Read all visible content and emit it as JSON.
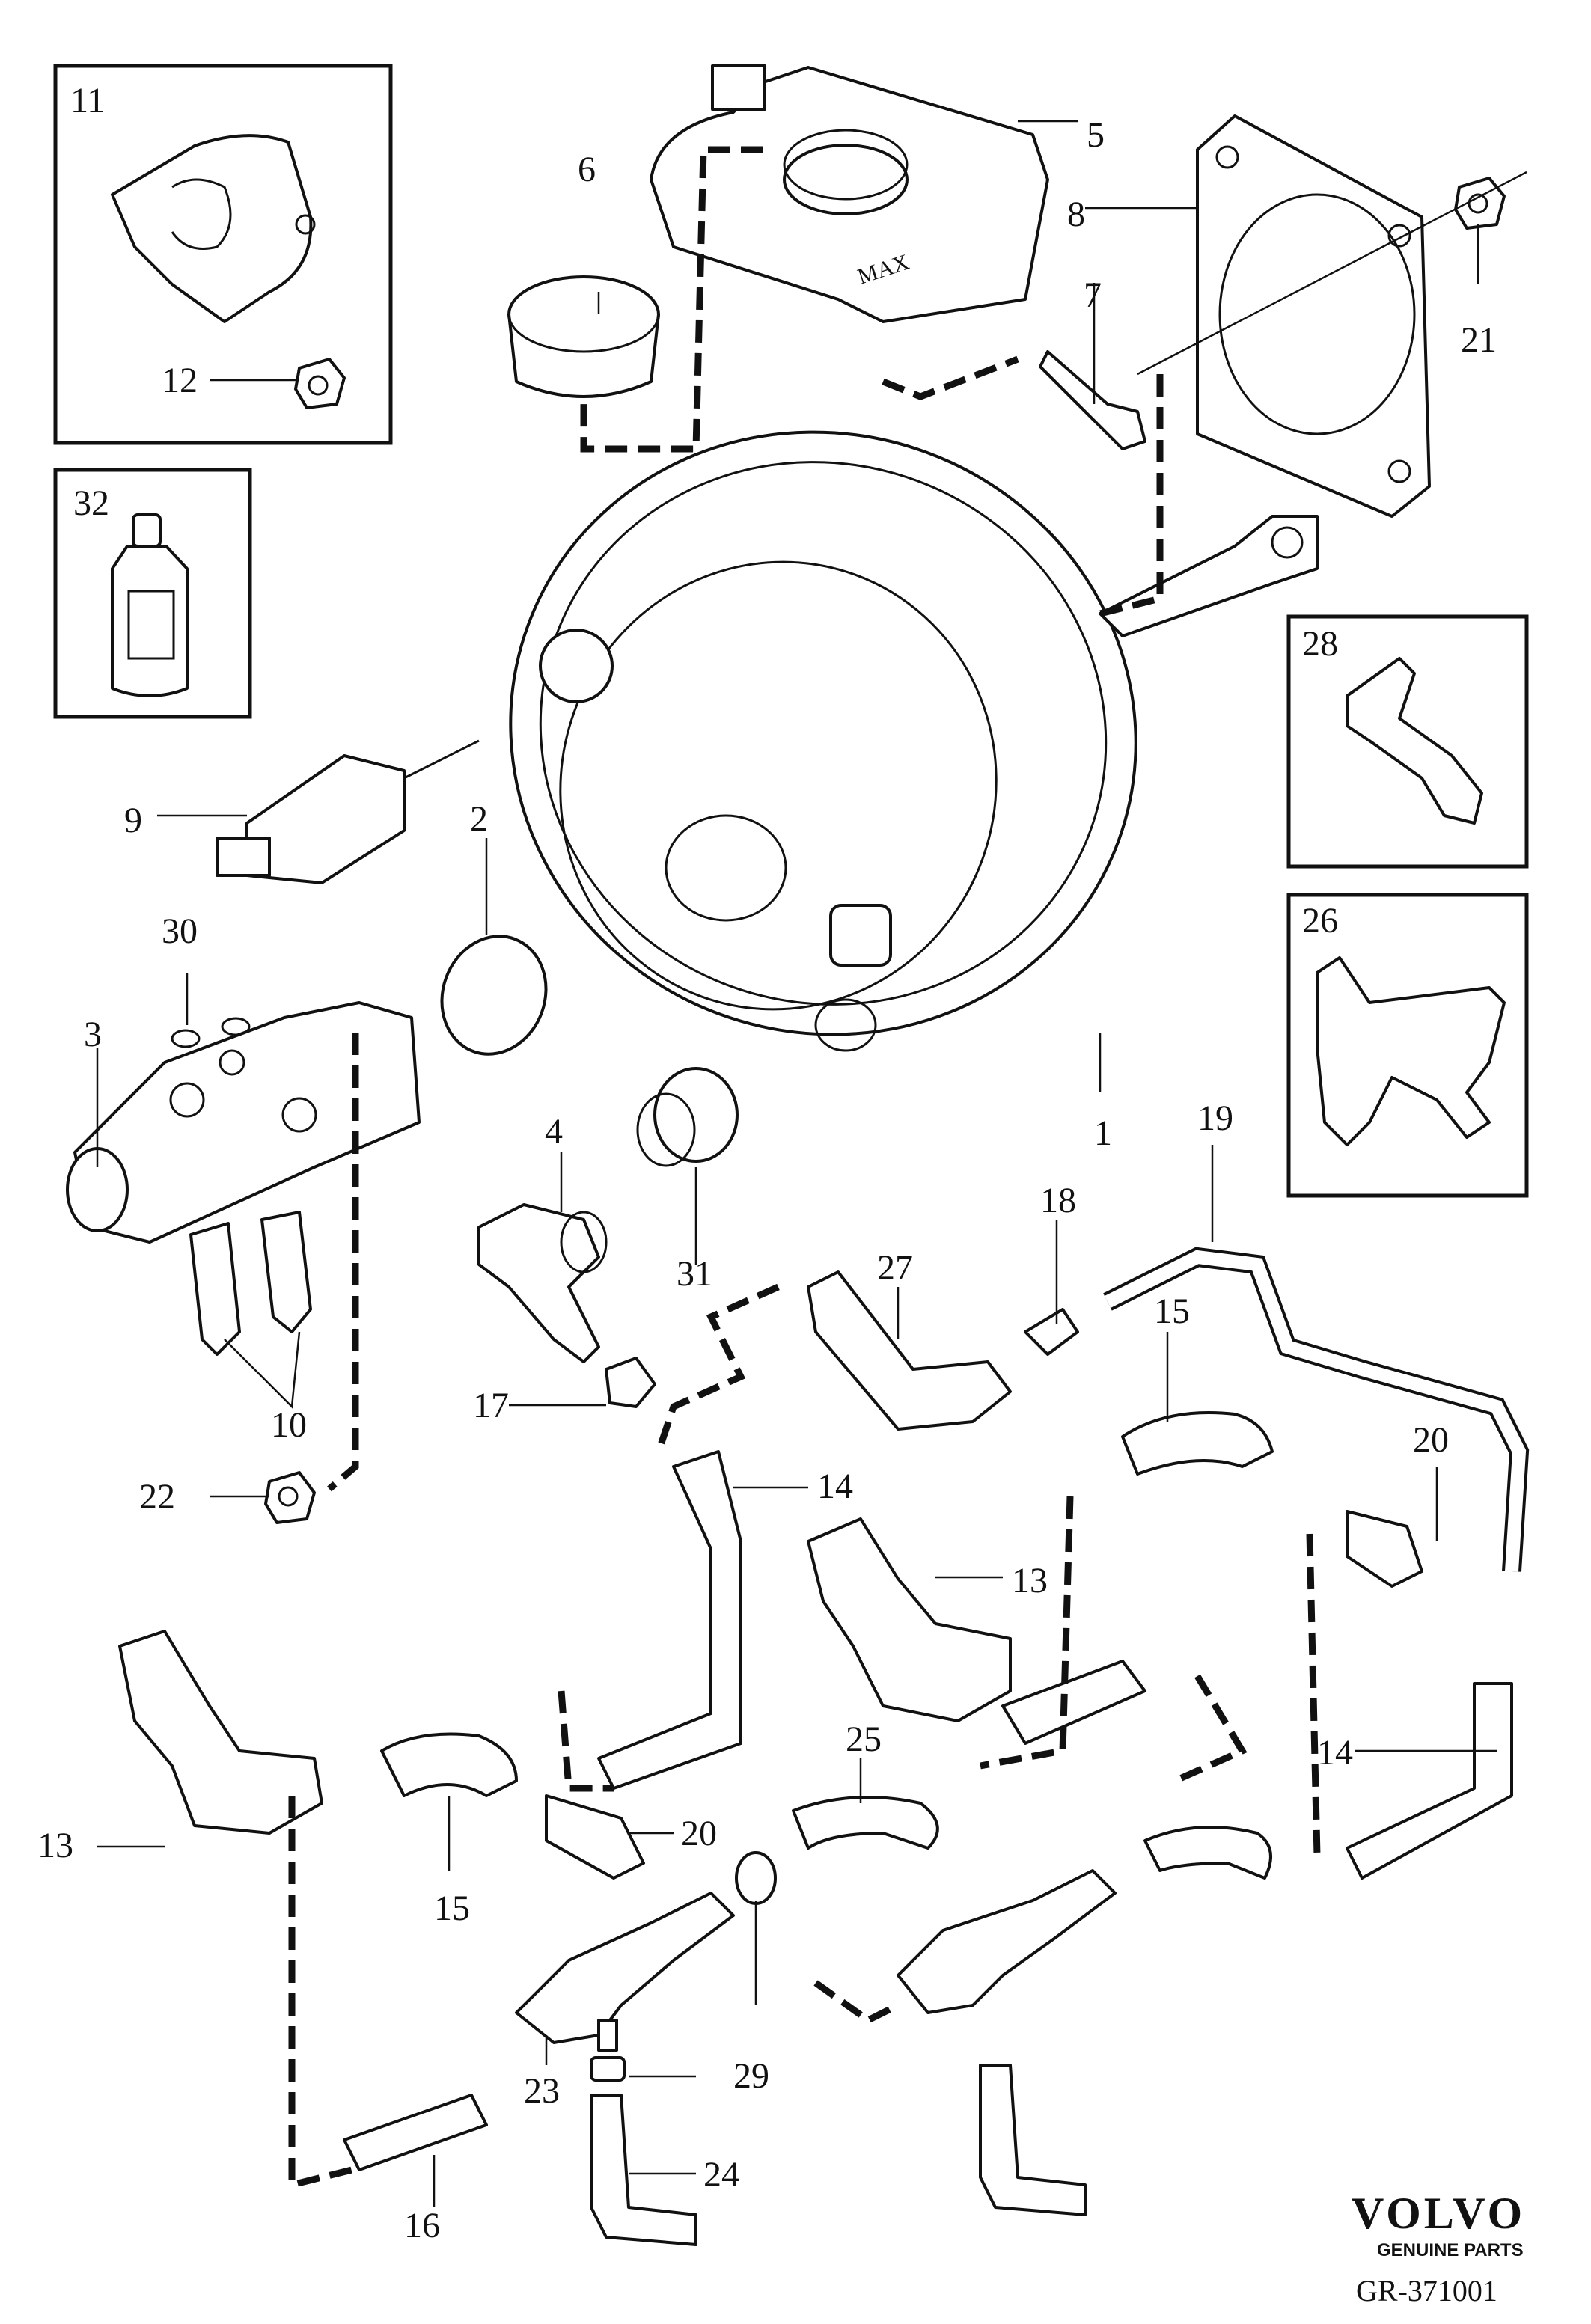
{
  "callouts": {
    "c1": "1",
    "c2": "2",
    "c3": "3",
    "c4": "4",
    "c5": "5",
    "c6": "6",
    "c7": "7",
    "c8": "8",
    "c9": "9",
    "c10": "10",
    "c11": "11",
    "c12": "12",
    "c13a": "13",
    "c13b": "13",
    "c14a": "14",
    "c14b": "14",
    "c15a": "15",
    "c15b": "15",
    "c16": "16",
    "c17": "17",
    "c18": "18",
    "c19": "19",
    "c20a": "20",
    "c20b": "20",
    "c21": "21",
    "c22": "22",
    "c23": "23",
    "c24": "24",
    "c25": "25",
    "c26": "26",
    "c27": "27",
    "c28": "28",
    "c29": "29",
    "c30": "30",
    "c31": "31",
    "c32": "32"
  },
  "reservoir_mark": "MAX",
  "brand": {
    "name": "VOLVO",
    "tagline": "GENUINE PARTS"
  },
  "drawing_code": "GR-371001"
}
